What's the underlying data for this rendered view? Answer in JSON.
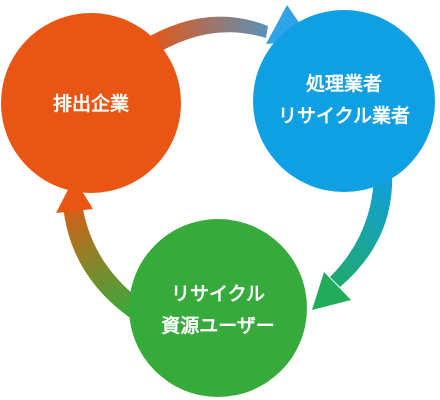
{
  "nodes": [
    {
      "id": "discharger",
      "label_lines": [
        "排出企業"
      ],
      "color": "#e95513"
    },
    {
      "id": "processor",
      "label_lines": [
        "処理業者",
        "リサイクル業者"
      ],
      "color": "#0f9fe3"
    },
    {
      "id": "user",
      "label_lines": [
        "リサイクル",
        "資源ユーザー"
      ],
      "color": "#36ab3c"
    }
  ],
  "cycle_order": [
    "discharger",
    "processor",
    "user",
    "discharger"
  ]
}
